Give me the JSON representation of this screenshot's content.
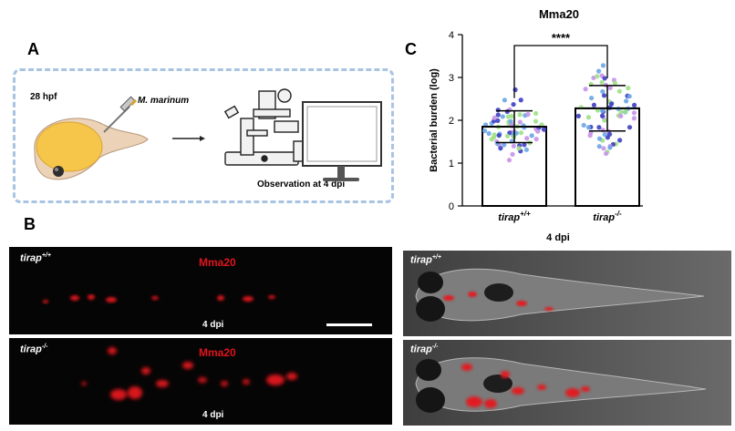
{
  "panel_a": {
    "letter": "A",
    "time_label": "28 hpf",
    "pathogen_label": "M. marinum",
    "observation_label": "Observation at 4 dpi"
  },
  "panel_b": {
    "letter": "B",
    "top_genotype": "tirap",
    "top_sup": "+/+",
    "bottom_genotype": "tirap",
    "bottom_sup": "-/-",
    "strain_label": "Mma20",
    "dpi_label": "4 dpi"
  },
  "panel_c": {
    "letter": "C"
  },
  "chart_data": {
    "type": "bar",
    "title": "Mma20",
    "xlabel": "4 dpi",
    "ylabel": "Bacterial burden (log)",
    "ylim": [
      0,
      4
    ],
    "yticks": [
      "0",
      "1",
      "2",
      "3",
      "4"
    ],
    "categories": [
      {
        "name": "tirap",
        "sup": "+/+"
      },
      {
        "name": "tirap",
        "sup": "-/-"
      }
    ],
    "values": [
      1.85,
      2.28
    ],
    "sd": [
      0.37,
      0.53
    ],
    "significance": "****",
    "point_colors": [
      "#6aa5e6",
      "#9fe086",
      "#c693e8",
      "#3e3fc2"
    ],
    "colors": {
      "bar_fill": "#ffffff",
      "bar_stroke": "#000000",
      "fluorescence": "#e0141c",
      "dash_border": "#a9c4e3"
    }
  }
}
